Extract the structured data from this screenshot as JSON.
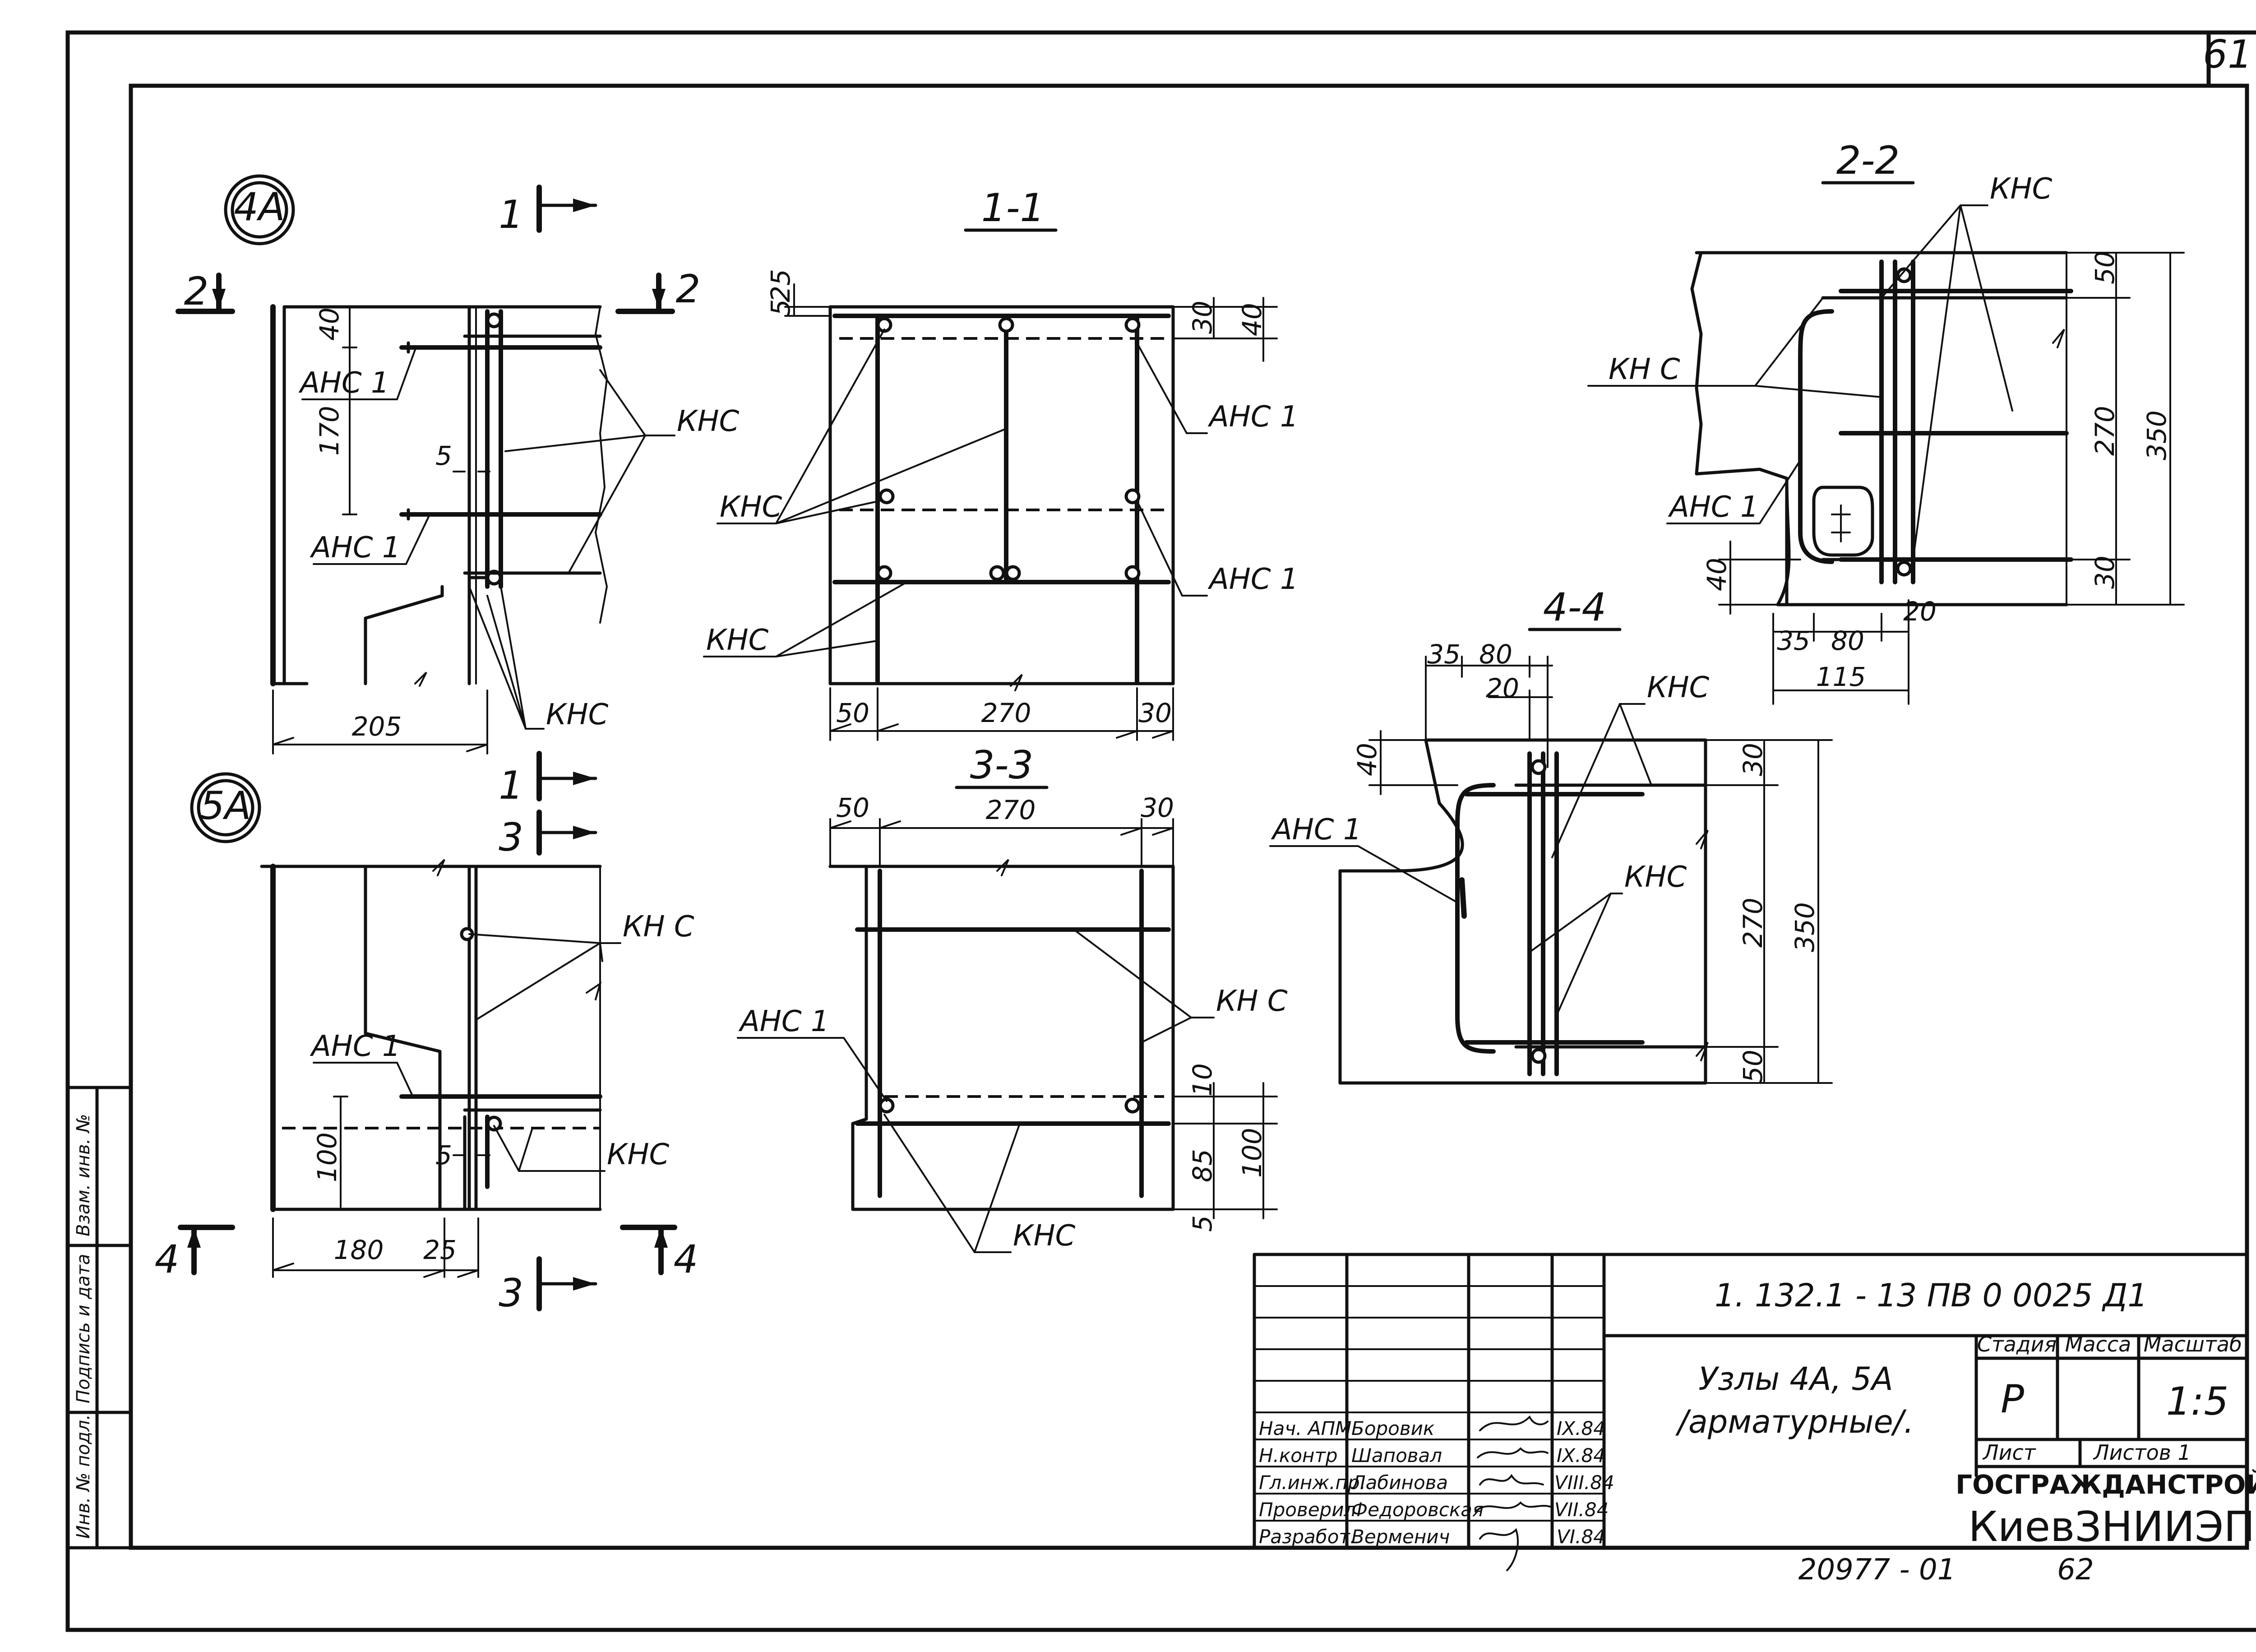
{
  "sheet": {
    "page_number": "61",
    "footer_left": "20977 - 01",
    "footer_right": "62"
  },
  "side_stamp": [
    "Инв. № подл.",
    "Подпись и дата",
    "Взам. инв. №"
  ],
  "title_block": {
    "code": "1. 132.1 - 13 ПВ  0  0025  Д1",
    "title_line1": "Узлы 4А, 5А",
    "title_line2": "/арматурные/.",
    "stage_header": "Стадия",
    "mass_header": "Масса",
    "scale_header": "Масштаб",
    "stage": "Р",
    "mass": "",
    "scale": "1:5",
    "sheet_label": "Лист",
    "sheets_label": "Листов 1",
    "org_line1": "ГОСГРАЖДАНСТРОЙ",
    "org_line2": "КиевЗНИИЭП",
    "people": [
      {
        "role": "Нач. АПМ",
        "name": "Боровик",
        "date": "IX.84"
      },
      {
        "role": "Н.контр",
        "name": "Шаповал",
        "date": "IX.84"
      },
      {
        "role": "Гл.инж.пр.",
        "name": "Лабинова",
        "date": "VIII.84"
      },
      {
        "role": "Проверил",
        "name": "Федоровская",
        "date": "VII.84"
      },
      {
        "role": "Разработ.",
        "name": "Верменич",
        "date": "VI.84"
      }
    ]
  },
  "marks": {
    "ans1": "АНС 1",
    "kns": "КНС",
    "kns_c": "КН С"
  },
  "view_4a": {
    "node": "4А",
    "cut_1": "1",
    "cut_2": "2",
    "dims": [
      "40",
      "170",
      "5",
      "205"
    ]
  },
  "view_5a": {
    "node": "5А",
    "cut_1": "1",
    "cut_3": "3",
    "cut_4": "4",
    "dims": [
      "100",
      "5",
      "180",
      "25"
    ]
  },
  "section_1_1": {
    "title": "1-1",
    "dims": [
      "25",
      "5",
      "30",
      "40",
      "50",
      "270",
      "30"
    ]
  },
  "section_3_3": {
    "title": "3-3",
    "dims": [
      "50",
      "270",
      "30",
      "10",
      "85",
      "100",
      "5"
    ]
  },
  "section_2_2": {
    "title": "2-2",
    "dims": [
      "50",
      "270",
      "350",
      "30",
      "40",
      "35",
      "80",
      "20",
      "115"
    ]
  },
  "section_4_4": {
    "title": "4-4",
    "dims": [
      "35",
      "80",
      "20",
      "40",
      "30",
      "270",
      "350",
      "50"
    ]
  }
}
